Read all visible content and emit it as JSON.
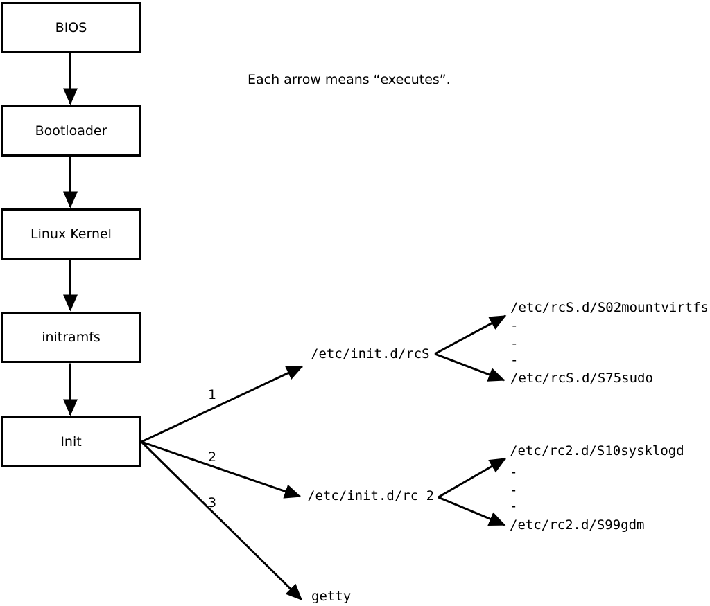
{
  "note": "Each arrow means “executes”.",
  "chain": [
    "BIOS",
    "Bootloader",
    "Linux Kernel",
    "initramfs",
    "Init"
  ],
  "branches": [
    {
      "order": "1",
      "target": "/etc/init.d/rcS",
      "children": [
        "/etc/rcS.d/S02mountvirtfs",
        "-",
        "-",
        "-",
        "/etc/rcS.d/S75sudo"
      ]
    },
    {
      "order": "2",
      "target": "/etc/init.d/rc 2",
      "children": [
        "/etc/rc2.d/S10sysklogd",
        "-",
        "-",
        "-",
        "/etc/rc2.d/S99gdm"
      ]
    },
    {
      "order": "3",
      "target": "getty",
      "children": []
    }
  ],
  "colors": {
    "line": "#000000",
    "background": "#ffffff",
    "box_fill": "#ffffff"
  }
}
